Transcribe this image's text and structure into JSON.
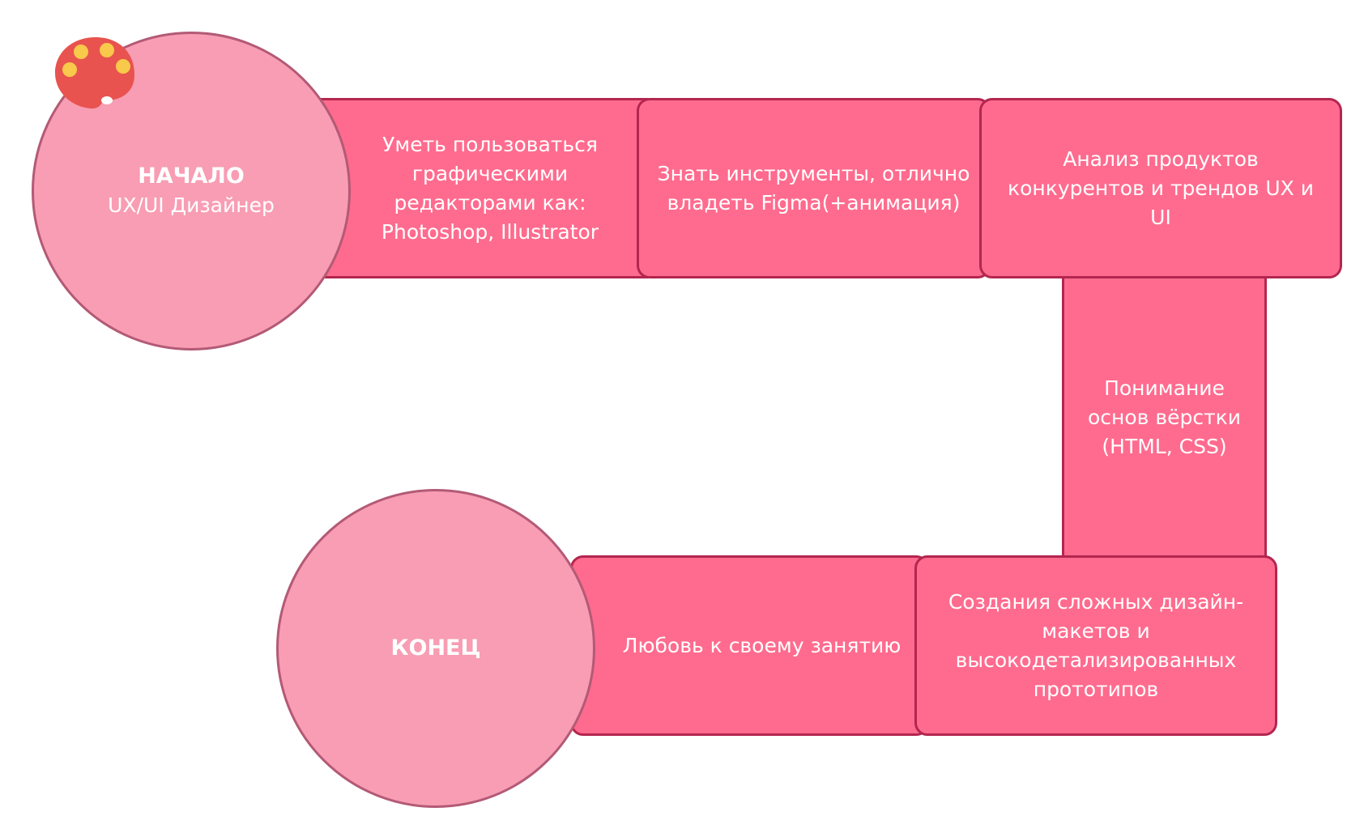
{
  "start": {
    "title": "НАЧАЛО",
    "subtitle": "UX/UI Дизайнер"
  },
  "end": {
    "title": "КОНЕЦ"
  },
  "steps": [
    {
      "label": "Уметь пользоваться графическими редакторами как: Photoshop, Illustrator"
    },
    {
      "label": "Знать инструменты, отлично владеть Figma(+анимация)"
    },
    {
      "label": "Анализ продуктов конкурентов и трендов UX и UI"
    },
    {
      "label": "Понимание основ вёрстки (HTML, CSS)"
    },
    {
      "label": "Создания сложных дизайн-макетов и высокодетализированных прототипов"
    },
    {
      "label": "Любовь к своему занятию"
    }
  ],
  "icons": {
    "start": "palette-icon"
  },
  "colors": {
    "box_fill": "#ff6b8e",
    "box_border": "#b3264f",
    "circle_fill": "#f89db3",
    "circle_border": "#b35a76",
    "palette": "#e8534f",
    "palette_dots": "#f8c94a"
  }
}
